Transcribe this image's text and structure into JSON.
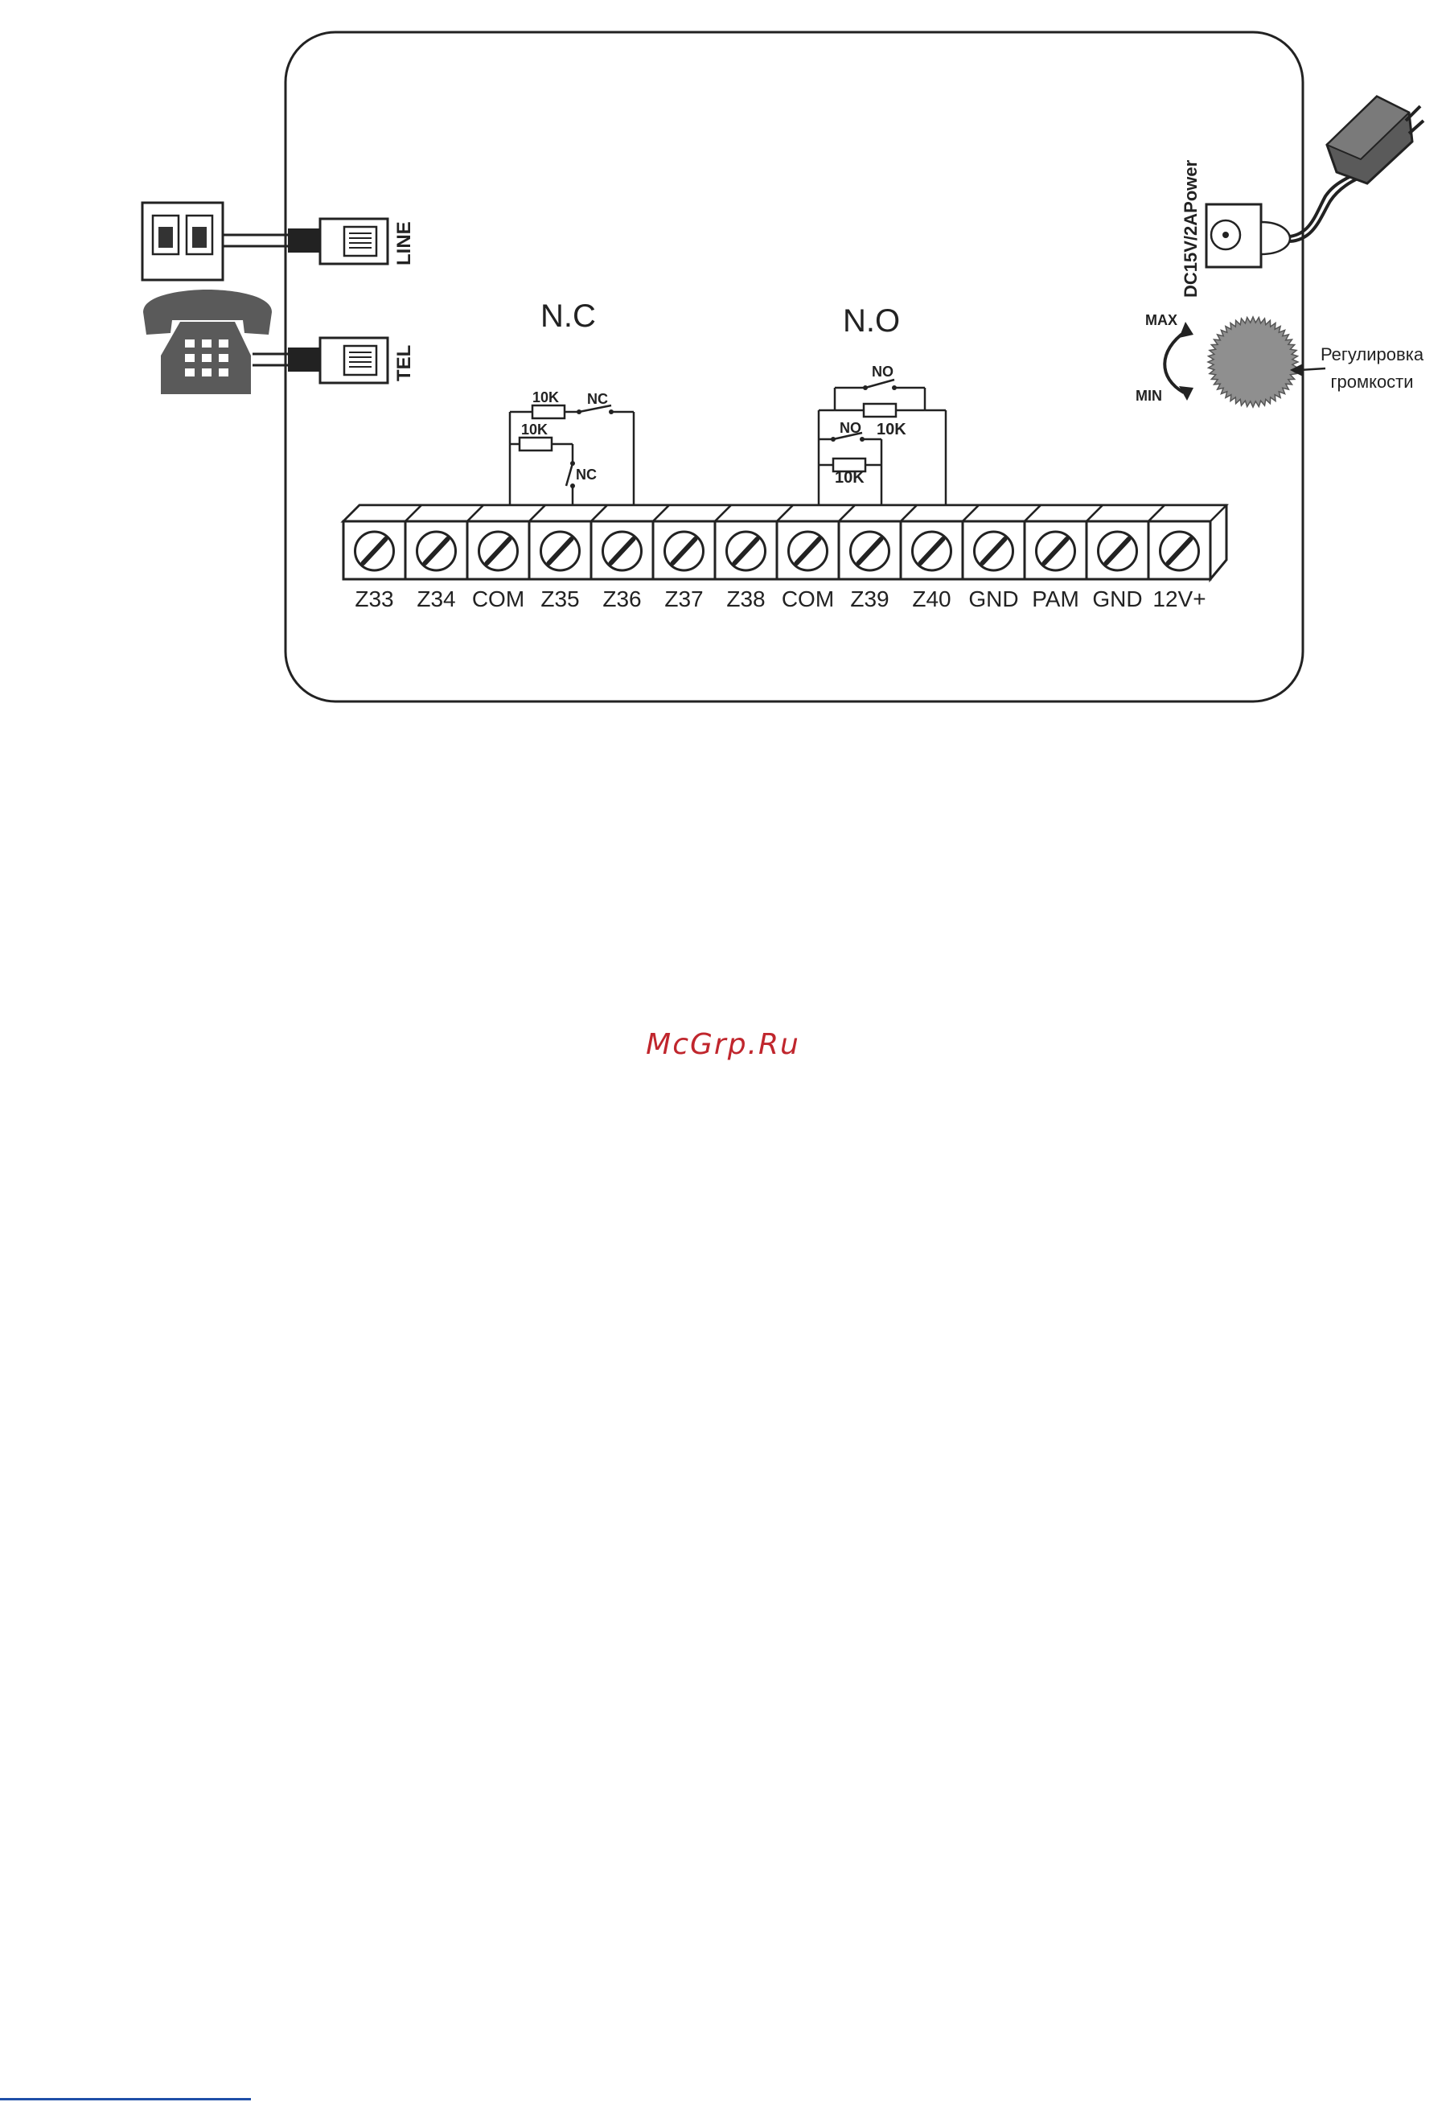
{
  "diagram": {
    "ports": {
      "line": "LINE",
      "tel": "TEL"
    },
    "nc_section": {
      "title": "N.C",
      "resistor_top": "10K",
      "switch_top": "NC",
      "resistor_mid": "10K",
      "switch_side": "NC"
    },
    "no_section": {
      "title": "N.O",
      "switch_top": "NO",
      "switch_mid": "NO",
      "resistor_mid": "10K",
      "resistor_bottom": "10K"
    },
    "power": {
      "label": "DC15V/2APower"
    },
    "volume": {
      "max": "MAX",
      "min": "MIN",
      "label_line1": "Регулировка",
      "label_line2": "громкости"
    },
    "terminals": [
      "Z33",
      "Z34",
      "COM",
      "Z35",
      "Z36",
      "Z37",
      "Z38",
      "COM",
      "Z39",
      "Z40",
      "GND",
      "PAM",
      "GND",
      "12V+"
    ]
  },
  "watermark": "McGrp.Ru",
  "colors": {
    "line": "#222222",
    "phone": "#5a5a5a",
    "knob": "#8f8f8f",
    "watermark": "#c0262d",
    "footer_line": "#1f4fa8"
  }
}
